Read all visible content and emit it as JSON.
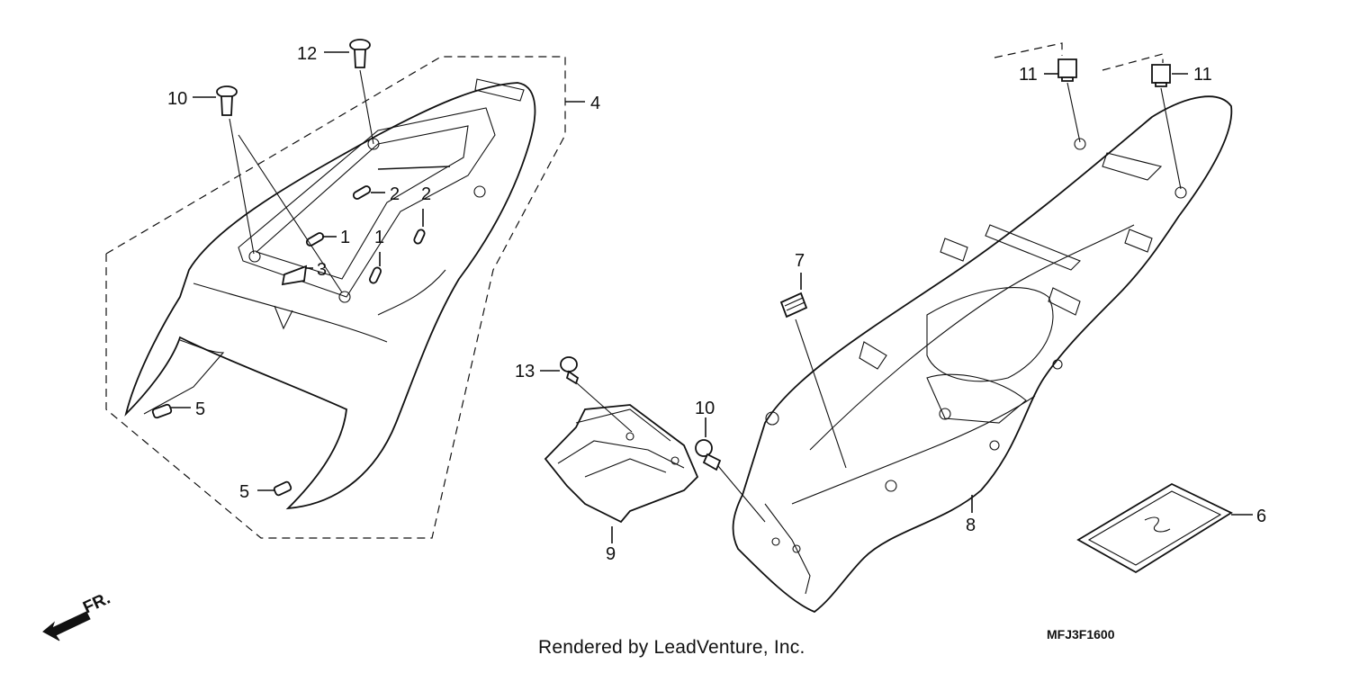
{
  "diagram": {
    "callouts": [
      {
        "id": "c12",
        "label": "12"
      },
      {
        "id": "c10a",
        "label": "10"
      },
      {
        "id": "c4",
        "label": "4"
      },
      {
        "id": "c2a",
        "label": "2"
      },
      {
        "id": "c2b",
        "label": "2"
      },
      {
        "id": "c1a",
        "label": "1"
      },
      {
        "id": "c1b",
        "label": "1"
      },
      {
        "id": "c3",
        "label": "3"
      },
      {
        "id": "c5a",
        "label": "5"
      },
      {
        "id": "c5b",
        "label": "5"
      },
      {
        "id": "c11a",
        "label": "11"
      },
      {
        "id": "c11b",
        "label": "11"
      },
      {
        "id": "c7",
        "label": "7"
      },
      {
        "id": "c13",
        "label": "13"
      },
      {
        "id": "c10b",
        "label": "10"
      },
      {
        "id": "c9",
        "label": "9"
      },
      {
        "id": "c8",
        "label": "8"
      },
      {
        "id": "c6",
        "label": "6"
      }
    ],
    "direction_label": "FR.",
    "credit": "Rendered by LeadVenture, Inc.",
    "drawing_code": "MFJ3F1600"
  }
}
